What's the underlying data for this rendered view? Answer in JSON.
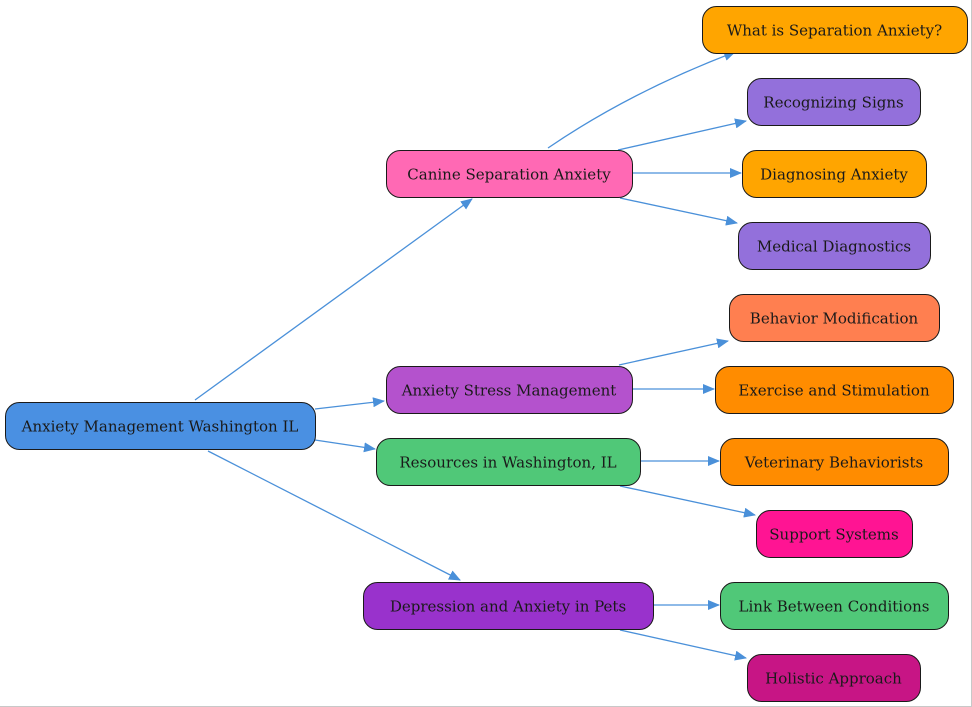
{
  "diagram": {
    "edge_color": "#4a90d9",
    "nodes": [
      {
        "id": "root",
        "label": "Anxiety Management Washington IL",
        "color": "#4a90e2"
      },
      {
        "id": "canine",
        "label": "Canine Separation Anxiety",
        "color": "#ff69b4"
      },
      {
        "id": "stress",
        "label": "Anxiety Stress Management",
        "color": "#b452cd"
      },
      {
        "id": "resources",
        "label": "Resources in Washington, IL",
        "color": "#50c878"
      },
      {
        "id": "depression",
        "label": "Depression and Anxiety in Pets",
        "color": "#9932cc"
      },
      {
        "id": "what_is",
        "label": "What is Separation Anxiety?",
        "color": "#ffa500"
      },
      {
        "id": "signs",
        "label": "Recognizing Signs",
        "color": "#9370db"
      },
      {
        "id": "diagnosing",
        "label": "Diagnosing Anxiety",
        "color": "#ffa500"
      },
      {
        "id": "medical",
        "label": "Medical Diagnostics",
        "color": "#9370db"
      },
      {
        "id": "behavior",
        "label": "Behavior Modification",
        "color": "#ff7f50"
      },
      {
        "id": "exercise",
        "label": "Exercise and Stimulation",
        "color": "#ff8c00"
      },
      {
        "id": "vets",
        "label": "Veterinary Behaviorists",
        "color": "#ff8c00"
      },
      {
        "id": "support",
        "label": "Support Systems",
        "color": "#ff1493"
      },
      {
        "id": "link",
        "label": "Link Between Conditions",
        "color": "#50c878"
      },
      {
        "id": "holistic",
        "label": "Holistic Approach",
        "color": "#c71585"
      }
    ],
    "edges": [
      {
        "from": "root",
        "to": "canine"
      },
      {
        "from": "root",
        "to": "stress"
      },
      {
        "from": "root",
        "to": "resources"
      },
      {
        "from": "root",
        "to": "depression"
      },
      {
        "from": "canine",
        "to": "what_is"
      },
      {
        "from": "canine",
        "to": "signs"
      },
      {
        "from": "canine",
        "to": "diagnosing"
      },
      {
        "from": "canine",
        "to": "medical"
      },
      {
        "from": "stress",
        "to": "behavior"
      },
      {
        "from": "stress",
        "to": "exercise"
      },
      {
        "from": "resources",
        "to": "vets"
      },
      {
        "from": "resources",
        "to": "support"
      },
      {
        "from": "depression",
        "to": "link"
      },
      {
        "from": "depression",
        "to": "holistic"
      }
    ]
  }
}
